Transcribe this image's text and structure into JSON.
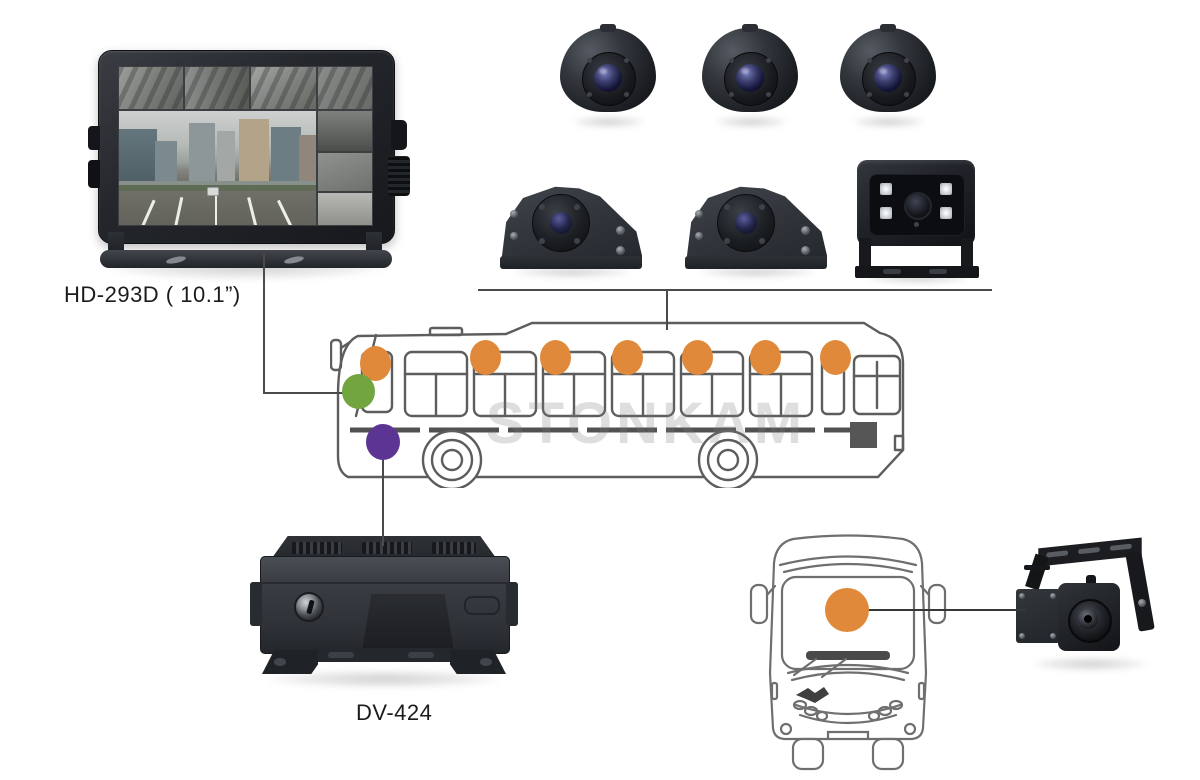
{
  "labels": {
    "monitor_model": "HD-293D ( 10.1”)",
    "dvr_model": "DV-424"
  },
  "watermark": {
    "text": "STONKAM"
  },
  "colors": {
    "camera_dot": "#e0893a",
    "monitor_dot": "#72a440",
    "dvr_dot": "#5c3594",
    "connector_line": "#4a4a4a",
    "bus_outline": "#5d5d5d",
    "front_bus_outline": "#6f6f6f"
  },
  "diagram": {
    "dome_cameras": 3,
    "side_cameras": 2,
    "rear_cameras": 2,
    "side_bus_camera_dots": 7,
    "front_bus_camera_dots": 1,
    "monitor_connection_dots": 1,
    "dvr_connection_dots": 1
  }
}
